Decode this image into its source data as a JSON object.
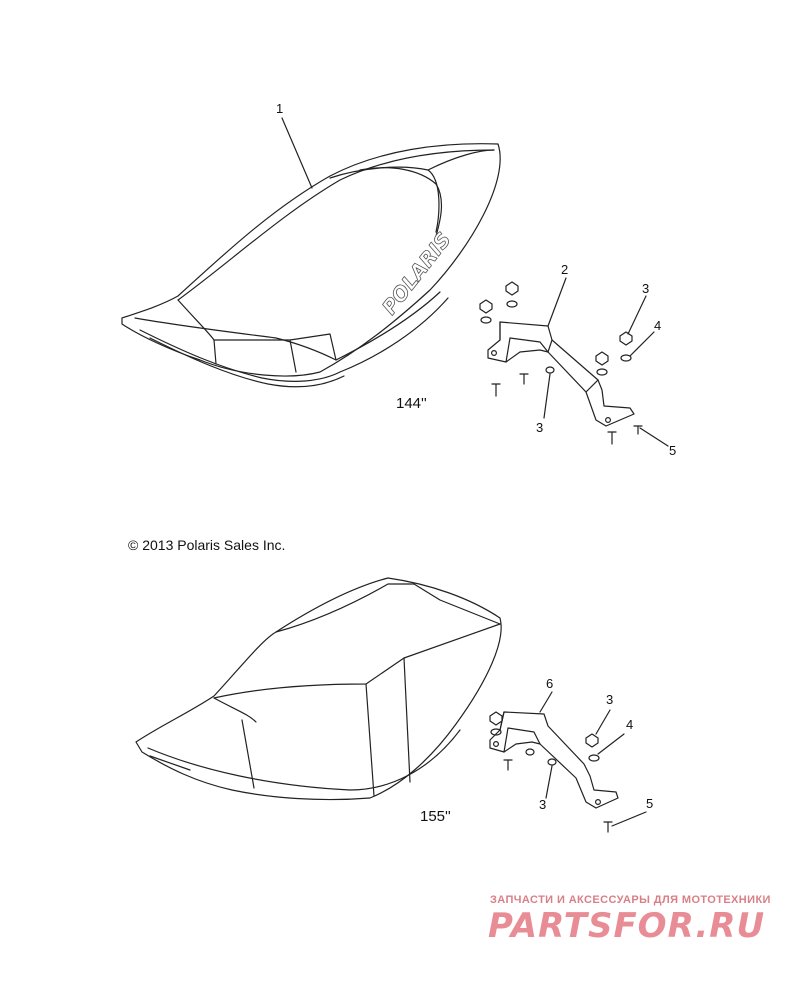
{
  "diagram": {
    "callouts": {
      "c1": "1",
      "c2": "2",
      "c3a": "3",
      "c3b": "3",
      "c4a": "4",
      "c5a": "5",
      "c6": "6",
      "c3c": "3",
      "c3d": "3",
      "c4b": "4",
      "c5b": "5"
    },
    "sizes": {
      "top": "144''",
      "bottom": "155''"
    },
    "copyright": "© 2013 Polaris Sales Inc.",
    "seat_brand": "POLARIS"
  },
  "watermark": {
    "tagline": "ЗАПЧАСТИ И АКСЕССУАРЫ ДЛЯ МОТОТЕХНИКИ",
    "logo": "PARTSFOR.RU"
  },
  "colors": {
    "line": "#222222",
    "watermark": "#e88d95"
  }
}
